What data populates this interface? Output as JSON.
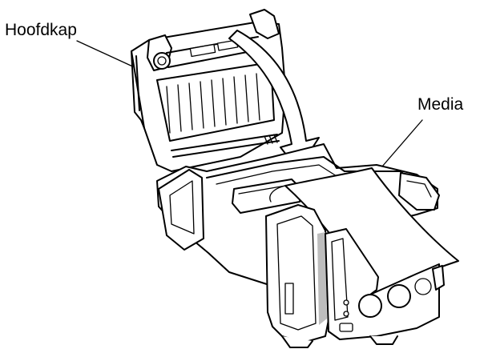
{
  "labels": {
    "hood": "Hoofdkap",
    "media": "Media"
  },
  "colors": {
    "line": "#000000",
    "background": "#ffffff",
    "shadow": "#bdbdbd"
  },
  "icons": {
    "open_arrow": "curved-arrow-close-direction"
  }
}
